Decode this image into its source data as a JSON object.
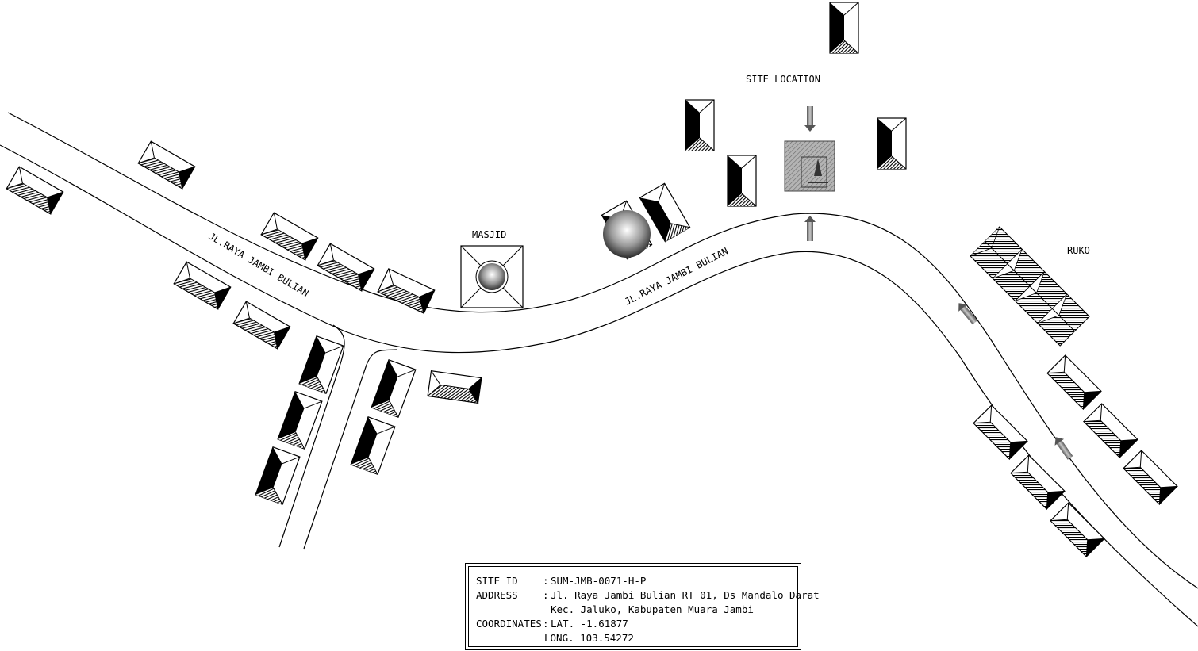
{
  "labels": {
    "site_location": "SITE  LOCATION",
    "masjid": "MASJID",
    "ruko": "RUKO",
    "road_left": "JL.RAYA  JAMBI  BULIAN",
    "road_center": "JL.RAYA  JAMBI  BULIAN"
  },
  "info": {
    "site_id_key": "SITE ID",
    "site_id_sep": ":",
    "site_id_value": "SUM-JMB-0071-H-P",
    "address_key": "ADDRESS",
    "address_sep": ":",
    "address_line1": "Jl. Raya Jambi Bulian RT 01, Ds Mandalo Darat",
    "address_line2": "Kec. Jaluko, Kabupaten Muara Jambi",
    "coord_key": "COORDINATES",
    "coord_sep": ":",
    "lat": "LAT.  -1.61877",
    "long": "LONG.  103.54272"
  },
  "colors": {
    "ink": "#000000",
    "arrow": "#808080",
    "site_fill": "#a0a0a0",
    "paper": "#ffffff"
  },
  "icons": {
    "house": "house-roof-icon",
    "arrow": "direction-arrow-icon",
    "dome": "dome-icon"
  }
}
